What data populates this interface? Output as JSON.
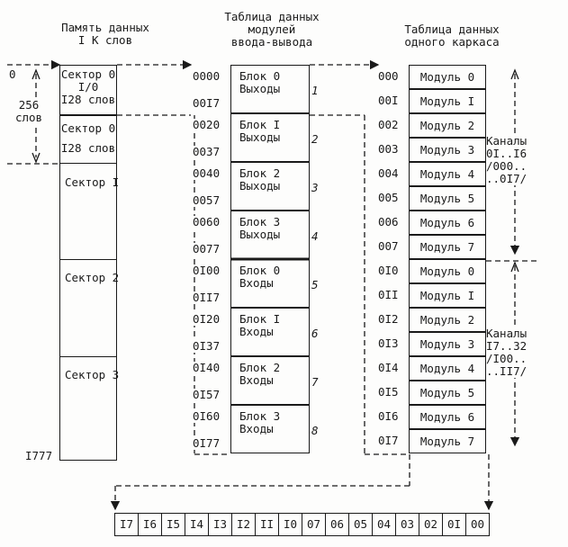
{
  "headers": {
    "memory": [
      "Память данных",
      "I К слов"
    ],
    "io_table": [
      "Таблица данных",
      "модулей",
      "ввода-вывода"
    ],
    "frame_table": [
      "Таблица данных",
      "одного каркаса"
    ]
  },
  "memory": {
    "start_addr": "0",
    "end_addr": "I777",
    "span_value": "256",
    "span_unit": "слов",
    "sector0a": [
      "Сектор 0",
      "I/0",
      "I28 слов"
    ],
    "sector0b": [
      "Сектор 0",
      "I28 слов"
    ],
    "sector1": "Сектор I",
    "sector2": "Сектор 2",
    "sector3": "Сектор 3"
  },
  "io_blocks": [
    {
      "addr_start": "0000",
      "addr_end": "00I7",
      "label": [
        "Блок 0",
        "Выходы"
      ],
      "num": "1"
    },
    {
      "addr_start": "0020",
      "addr_end": "0037",
      "label": [
        "Блок I",
        "Выходы"
      ],
      "num": "2"
    },
    {
      "addr_start": "0040",
      "addr_end": "0057",
      "label": [
        "Блок 2",
        "Выходы"
      ],
      "num": "3"
    },
    {
      "addr_start": "0060",
      "addr_end": "0077",
      "label": [
        "Блок 3",
        "Выходы"
      ],
      "num": "4"
    },
    {
      "addr_start": "0I00",
      "addr_end": "0II7",
      "label": [
        "Блок 0",
        "Входы"
      ],
      "num": "5"
    },
    {
      "addr_start": "0I20",
      "addr_end": "0I37",
      "label": [
        "Блок I",
        "Входы"
      ],
      "num": "6"
    },
    {
      "addr_start": "0I40",
      "addr_end": "0I57",
      "label": [
        "Блок 2",
        "Входы"
      ],
      "num": "7"
    },
    {
      "addr_start": "0I60",
      "addr_end": "0I77",
      "label": [
        "Блок 3",
        "Входы"
      ],
      "num": "8"
    }
  ],
  "modules": [
    {
      "addr": "000",
      "label": "Модуль 0"
    },
    {
      "addr": "00I",
      "label": "Модуль I"
    },
    {
      "addr": "002",
      "label": "Модуль 2"
    },
    {
      "addr": "003",
      "label": "Модуль 3"
    },
    {
      "addr": "004",
      "label": "Модуль 4"
    },
    {
      "addr": "005",
      "label": "Модуль 5"
    },
    {
      "addr": "006",
      "label": "Модуль 6"
    },
    {
      "addr": "007",
      "label": "Модуль 7"
    },
    {
      "addr": "0I0",
      "label": "Модуль 0"
    },
    {
      "addr": "0II",
      "label": "Модуль I"
    },
    {
      "addr": "0I2",
      "label": "Модуль 2"
    },
    {
      "addr": "0I3",
      "label": "Модуль 3"
    },
    {
      "addr": "0I4",
      "label": "Модуль 4"
    },
    {
      "addr": "0I5",
      "label": "Модуль 5"
    },
    {
      "addr": "0I6",
      "label": "Модуль 6"
    },
    {
      "addr": "0I7",
      "label": "Модуль 7"
    }
  ],
  "channels_top": [
    "Каналы",
    "0I..I6",
    "/000..",
    "..0I7/"
  ],
  "channels_bottom": [
    "Каналы",
    "I7..32",
    "/I00..",
    "..II7/"
  ],
  "bits": [
    "I7",
    "I6",
    "I5",
    "I4",
    "I3",
    "I2",
    "II",
    "I0",
    "07",
    "06",
    "05",
    "04",
    "03",
    "02",
    "0I",
    "00"
  ]
}
